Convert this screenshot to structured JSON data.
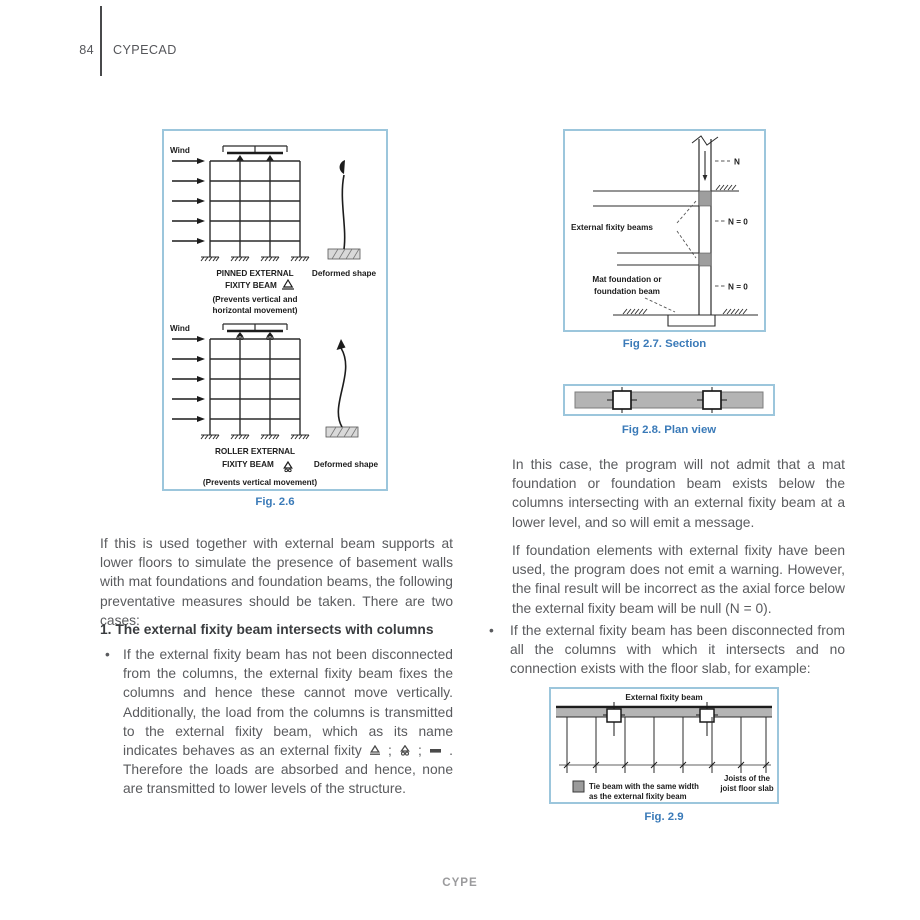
{
  "header": {
    "page_number": "84",
    "title": "CYPECAD"
  },
  "footer": {
    "brand": "CYPE"
  },
  "colors": {
    "caption_blue": "#3a7ab8",
    "figure_border": "#9cc6dc",
    "body_text": "#5a5b5e",
    "diagram_gray": "#b4b4b4"
  },
  "left": {
    "fig26": {
      "caption": "Fig. 2.6",
      "top": {
        "wind": "Wind",
        "title1": "PINNED EXTERNAL",
        "title2": "FIXITY BEAM",
        "note1": "(Prevents vertical and",
        "note2": "horizontal movement)",
        "deformed": "Deformed shape"
      },
      "bottom": {
        "wind": "Wind",
        "title1": "ROLLER EXTERNAL",
        "title2": "FIXITY BEAM",
        "note1": "(Prevents vertical movement)",
        "deformed": "Deformed shape"
      }
    },
    "para1": "If this is used together with external beam supports at lower floors to simulate the presence of basement walls with mat foundations and foundation beams, the following preventative measures should be taken. There are two cases:",
    "heading": "1. The external fixity beam intersects with columns",
    "bullet": {
      "marker": "•",
      "before": "If the external fixity beam has not been disconnected from the columns, the external fixity beam fixes the columns and hence these cannot move vertically. Additionally, the load from the columns is transmitted to the external fixity beam, which as its name indicates behaves as an external fixity",
      "sep1": ";",
      "sep2": ";",
      "after": " . Therefore the loads are absorbed and hence, none are transmitted to lower levels of the structure."
    }
  },
  "right": {
    "fig27": {
      "caption": "Fig 2.7. Section",
      "n": "N",
      "n0_upper": "N = 0",
      "n0_lower": "N = 0",
      "beams_label": "External fixity beams",
      "mat_line1": "Mat foundation or",
      "mat_line2": "foundation beam"
    },
    "fig28": {
      "caption": "Fig 2.8. Plan view"
    },
    "para1": "In this case, the program will not admit that a mat foundation or foundation beam exists below the columns intersecting with an external fixity beam at a lower level, and so will emit a message.",
    "para2": "If foundation elements with external fixity have been used, the program does not emit a warning. However, the final result will be incorrect as the axial force below the external fixity beam will be null (N = 0).",
    "bullet": {
      "marker": "•",
      "text": "If the external fixity beam has been disconnected from all the columns with which it intersects and no connection exists with the floor slab, for example:"
    },
    "fig29": {
      "caption": "Fig. 2.9",
      "title": "External fixity beam",
      "joists_line1": "Joists of the",
      "joists_line2": "joist floor slab",
      "tie_line1": "Tie beam with the same width",
      "tie_line2": "as the external fixity beam"
    }
  }
}
